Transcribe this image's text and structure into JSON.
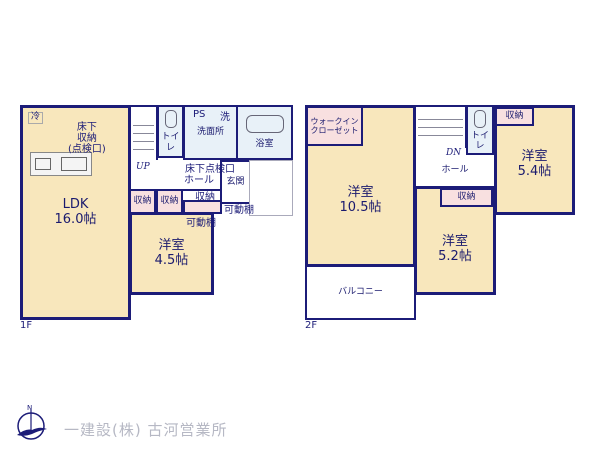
{
  "floor1": {
    "label": "1F",
    "ldk": {
      "name": "LDK",
      "size": "16.0帖"
    },
    "fridge": "冷",
    "underfloor": "床下\n収納\n(点検口)",
    "toilet": "トイレ",
    "ps": "PS",
    "washroom": "洗面所",
    "washer": "洗",
    "bath": "浴室",
    "stairs": "UP",
    "hall": "ホール",
    "hall_hatch": "床下点検口",
    "entrance": "玄関",
    "storage_1": "収納",
    "storage_2": "収納",
    "storage_3": "収納",
    "shelf_1": "可動棚",
    "shelf_2": "可動棚",
    "western_room": {
      "name": "洋室",
      "size": "4.5帖"
    }
  },
  "floor2": {
    "label": "2F",
    "walkin": "ウォークイン\nクローゼット",
    "room_a": {
      "name": "洋室",
      "size": "10.5帖"
    },
    "balcony": "バルコニー",
    "stairs": "DN",
    "toilet": "トイレ",
    "hall": "ホール",
    "room_b": {
      "name": "洋室",
      "size": "5.4帖"
    },
    "storage_b": "収納",
    "room_c": {
      "name": "洋室",
      "size": "5.2帖"
    },
    "storage_c": "収納"
  },
  "footer": {
    "compass": "N",
    "company": "一建設(株) 古河営業所"
  },
  "colors": {
    "wall": "#1c1c78",
    "room": "#f8e7bc",
    "storage": "#f8e0e0",
    "wet": "#e8f1f8",
    "logo_text": "#b6b8c4"
  }
}
